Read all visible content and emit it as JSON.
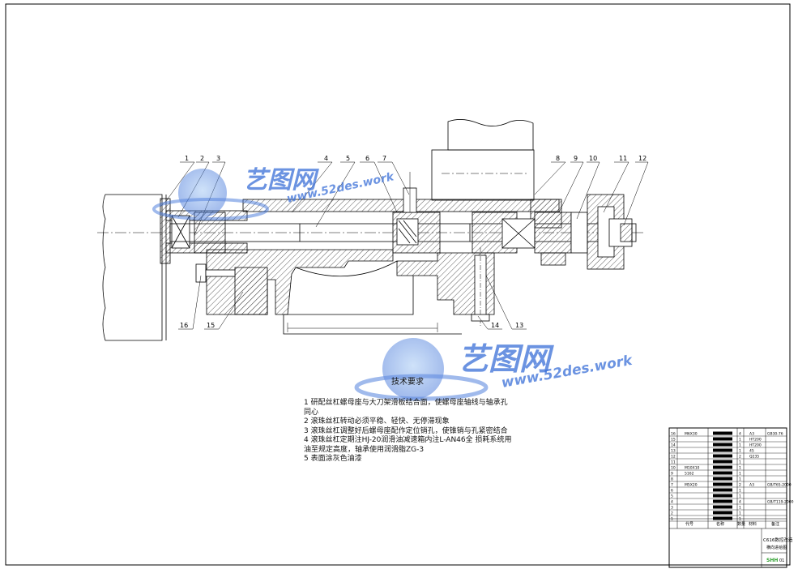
{
  "part_labels": [
    "1",
    "2",
    "3",
    "4",
    "5",
    "6",
    "7",
    "8",
    "9",
    "10",
    "11",
    "12",
    "13",
    "14",
    "15",
    "16"
  ],
  "watermark": {
    "cn": "艺图网",
    "url": "www.52des.work"
  },
  "tech_notes": {
    "title": "技术要求",
    "items": [
      "1 研配丝杠螺母座与大刀架滑板结合面，使螺母座轴线与轴承孔同心",
      "2 滚珠丝杠转动必须平稳、轻快、无停滞现象",
      "3 滚珠丝杠调整好后螺母座配作定位销孔，使锥销与孔紧密结合",
      "4 滚珠丝杠定期注HJ-20润滑油减速箱内注L-AN46全   损耗系统用油至规定高度，轴承使用润滑脂ZG-3",
      "5 表面涂灰色油漆"
    ]
  },
  "title_block": {
    "rows": [
      {
        "no": "16",
        "code": "M6X30",
        "qty": "4",
        "mat": "A3",
        "note": "GB30-76"
      },
      {
        "no": "15",
        "code": "",
        "qty": "1",
        "mat": "HT200",
        "note": ""
      },
      {
        "no": "14",
        "code": "",
        "qty": "1",
        "mat": "HT200",
        "note": ""
      },
      {
        "no": "13",
        "code": "",
        "qty": "1",
        "mat": "45",
        "note": ""
      },
      {
        "no": "12",
        "code": "",
        "qty": "2",
        "mat": "Q235",
        "note": ""
      },
      {
        "no": "11",
        "code": "",
        "qty": "1",
        "mat": "",
        "note": ""
      },
      {
        "no": "10",
        "code": "M10X10",
        "qty": "1",
        "mat": "",
        "note": ""
      },
      {
        "no": "9",
        "code": "5162",
        "qty": "1",
        "mat": "",
        "note": ""
      },
      {
        "no": "8",
        "code": "",
        "qty": "1",
        "mat": "",
        "note": ""
      },
      {
        "no": "7",
        "code": "M5X20",
        "qty": "2",
        "mat": "A3",
        "note": "GB/T65-2000"
      },
      {
        "no": "6",
        "code": "",
        "qty": "1",
        "mat": "",
        "note": ""
      },
      {
        "no": "5",
        "code": "",
        "qty": "1",
        "mat": "",
        "note": ""
      },
      {
        "no": "4",
        "code": "",
        "qty": "4",
        "mat": "",
        "note": "GB/T119-2000"
      },
      {
        "no": "3",
        "code": "",
        "qty": "1",
        "mat": "",
        "note": ""
      },
      {
        "no": "2",
        "code": "",
        "qty": "1",
        "mat": "",
        "note": ""
      },
      {
        "no": "1",
        "code": "",
        "qty": "1",
        "mat": "",
        "note": ""
      }
    ],
    "headers": {
      "no": "序号",
      "code": "代号",
      "name": "名称",
      "qty": "数量",
      "mat": "材料",
      "note": "备注"
    },
    "drawing_title": "C616数控改造",
    "drawing_subtitle": "横向进给图",
    "school": "SHH",
    "sheet_no": "01"
  },
  "colors": {
    "line": "#000000",
    "hatch": "#333333",
    "watermark": "#3a6fd8"
  }
}
